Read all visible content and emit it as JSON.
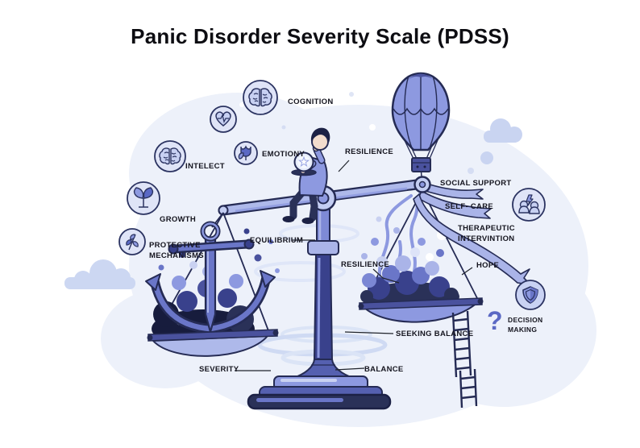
{
  "title": "Panic Disorder Severity Scale (PDSS)",
  "labels": {
    "cognition": "COGNITION",
    "intellect": "INTELECT",
    "emotion": "EMOTIONY",
    "growth": "GROWTH",
    "protective_mechanisms": "PROTECTIVE\nMECHANISMS",
    "equilibrium": "EQUILIBRIUM",
    "resilience_person": "RESILIENCE",
    "resilience_pan": "RESILIENCE",
    "severity": "SEVERITY",
    "balance": "BALANCE",
    "seeking_balance": "SEEKING BALANCE",
    "social_support": "SOCIAL SUPPORT",
    "self_care": "SELF- CARE",
    "therapeutic_intervention": "THERAPEUTIC\nINTERVINTION",
    "hope": "HOPE",
    "decision_making": "DECISION\nMAKING",
    "question_mark": "?"
  },
  "icons": {
    "cognition": "brain-icon",
    "intellect": "brain-icon",
    "heart": "heart-pulse-icon",
    "emotion": "tulip-icon",
    "growth": "sprout-icon",
    "protective": "leaf-sprig-icon",
    "social": "people-conflict-icon",
    "protection": "shield-icon",
    "decision": "question-mark-icon",
    "scene": [
      "balance-scale",
      "anchor",
      "hot-air-balloon",
      "ladder",
      "person-with-crystal-ball",
      "smoke-clouds",
      "ribbons"
    ]
  },
  "colors": {
    "outline": "#252b54",
    "dark_navy": "#171c3d",
    "deep_blue": "#39418c",
    "mid_blue": "#6a76c8",
    "periwinkle": "#8d99e0",
    "light_periwinkle": "#aab4e8",
    "pale_blue": "#dfe4f7",
    "background_blob": "#edf1fa",
    "cloud": "#ccd7f2",
    "text": "#15151f"
  }
}
